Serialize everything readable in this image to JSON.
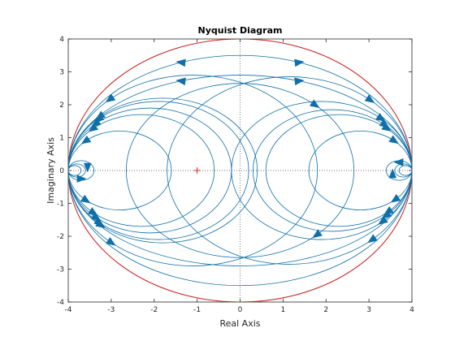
{
  "chart_data": {
    "type": "line",
    "title": "Nyquist Diagram",
    "xlabel": "Real Axis",
    "ylabel": "Imaginary Axis",
    "xlim": [
      -4,
      4
    ],
    "ylim": [
      -4,
      4
    ],
    "xticks": [
      -4,
      -3,
      -2,
      -1,
      0,
      1,
      2,
      3,
      4
    ],
    "yticks": [
      -4,
      -3,
      -2,
      -1,
      0,
      1,
      2,
      3,
      4
    ],
    "grid": false,
    "critical_point": {
      "x": -1,
      "y": 0,
      "color": "#d62728"
    },
    "colors": {
      "curves": "#0f6fa8",
      "outer_circle": "#c81e1e",
      "axes": "#262626"
    },
    "outer_circle": {
      "center": [
        0,
        0
      ],
      "radius": 4
    },
    "circles": [
      {
        "center": [
          -2.8,
          0
        ],
        "radius": 1.2
      },
      {
        "center": [
          -2.3,
          0
        ],
        "radius": 1.7
      },
      {
        "center": [
          -2.1,
          0
        ],
        "radius": 1.9
      },
      {
        "center": [
          -1.9,
          0
        ],
        "radius": 2.1
      },
      {
        "center": [
          -1.8,
          0
        ],
        "radius": 2.2
      },
      {
        "center": [
          -1.1,
          0
        ],
        "radius": 2.9
      },
      {
        "center": [
          0,
          0
        ],
        "radius": 2.65
      },
      {
        "center": [
          1.15,
          0
        ],
        "radius": 2.85
      },
      {
        "center": [
          1.9,
          0
        ],
        "radius": 2.1
      },
      {
        "center": [
          2.15,
          0
        ],
        "radius": 1.85
      },
      {
        "center": [
          2.3,
          0
        ],
        "radius": 1.7
      },
      {
        "center": [
          2.8,
          0
        ],
        "radius": 1.2
      },
      {
        "center": [
          -3.7,
          0
        ],
        "radius": 0.3
      },
      {
        "center": [
          -3.8,
          0
        ],
        "radius": 0.2
      },
      {
        "center": [
          -3.85,
          0
        ],
        "radius": 0.15
      },
      {
        "center": [
          3.7,
          0
        ],
        "radius": 0.3
      },
      {
        "center": [
          3.8,
          0
        ],
        "radius": 0.2
      },
      {
        "center": [
          3.85,
          0
        ],
        "radius": 0.15
      }
    ],
    "arches": [
      {
        "rx": 4,
        "ry": 3.5
      },
      {
        "rx": 4,
        "ry": 2.9
      }
    ]
  }
}
